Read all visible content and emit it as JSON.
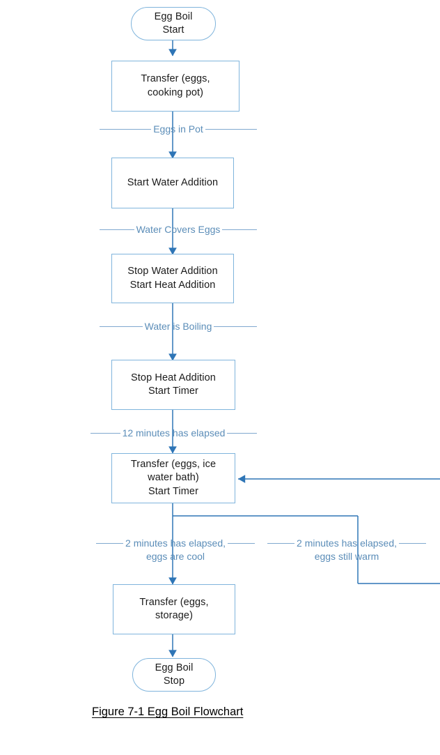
{
  "figure": {
    "caption": "Figure 7-1 Egg Boil Flowchart",
    "title": "Egg Boil Flowchart"
  },
  "colors": {
    "node_border": "#7fb4dc",
    "node_fill": "#ffffff",
    "node_text": "#1a1a1a",
    "connector": "#2e75b6",
    "label_text": "#5b8db8",
    "label_rule": "#7fa8cf",
    "caption_text": "#000000"
  },
  "nodes": [
    {
      "id": "start",
      "type": "terminal",
      "line1": "Egg Boil",
      "line2": "Start",
      "line3": ""
    },
    {
      "id": "transfer1",
      "type": "process",
      "line1": "Transfer (eggs,",
      "line2": "cooking pot)",
      "line3": ""
    },
    {
      "id": "startwater",
      "type": "process",
      "line1": "Start Water Addition",
      "line2": "",
      "line3": ""
    },
    {
      "id": "stopwater",
      "type": "process",
      "line1": "Stop Water Addition",
      "line2": "Start Heat Addition",
      "line3": ""
    },
    {
      "id": "stopheat",
      "type": "process",
      "line1": "Stop Heat Addition",
      "line2": "Start Timer",
      "line3": ""
    },
    {
      "id": "icebath",
      "type": "process",
      "line1": "Transfer (eggs, ice",
      "line2": "water bath)",
      "line3": "Start Timer"
    },
    {
      "id": "storage",
      "type": "process",
      "line1": "Transfer (eggs,",
      "line2": "storage)",
      "line3": ""
    },
    {
      "id": "stop",
      "type": "terminal",
      "line1": "Egg Boil",
      "line2": "Stop",
      "line3": ""
    }
  ],
  "transitions": [
    {
      "id": "t1",
      "text": "Eggs in Pot",
      "sub": ""
    },
    {
      "id": "t2",
      "text": "Water Covers Eggs",
      "sub": ""
    },
    {
      "id": "t3",
      "text": "Water is Boiling",
      "sub": ""
    },
    {
      "id": "t4",
      "text": "12 minutes has elapsed",
      "sub": ""
    },
    {
      "id": "t5",
      "text": "2 minutes has elapsed,",
      "sub": "eggs are cool"
    },
    {
      "id": "t6",
      "text": "2 minutes has elapsed,",
      "sub": "eggs still warm"
    }
  ]
}
